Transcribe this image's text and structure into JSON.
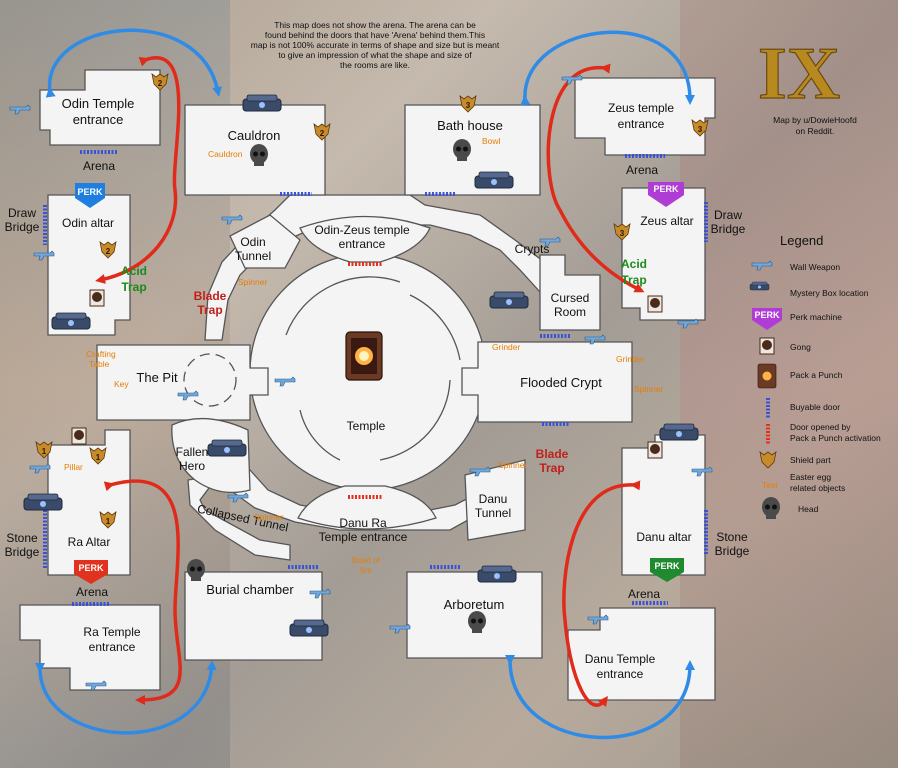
{
  "header": {
    "note_lines": [
      "This map does not show the arena. The arena can be",
      "found behind the doors that have 'Arena' behind them.This",
      "map is not 100% accurate in terms of shape and size but is meant",
      "to give an impression of what the shape and size of",
      "the rooms are like."
    ],
    "logo": "IX",
    "credit_lines": [
      "Map by u/DowieHoofd",
      "on Reddit."
    ]
  },
  "rooms": {
    "odin_temple": [
      "Odin Temple",
      "entrance"
    ],
    "cauldron": "Cauldron",
    "bath_house": "Bath house",
    "zeus_temple": [
      "Zeus temple",
      "entrance"
    ],
    "odin_altar": "Odin altar",
    "zeus_altar": "Zeus altar",
    "odin_tunnel": [
      "Odin",
      "Tunnel"
    ],
    "odin_zeus": [
      "Odin-Zeus temple",
      "entrance"
    ],
    "crypts": "Crypts",
    "cursed_room": [
      "Cursed",
      "Room"
    ],
    "the_pit": "The Pit",
    "temple": "Temple",
    "flooded_crypt": "Flooded Crypt",
    "fallen_hero": [
      "Fallen",
      "Hero"
    ],
    "danu_tunnel": [
      "Danu",
      "Tunnel"
    ],
    "collapsed_tunnel": "Collapsed Tunnel",
    "danu_ra": [
      "Danu Ra",
      "Temple entrance"
    ],
    "ra_altar": "Ra Altar",
    "danu_altar": "Danu altar",
    "burial_chamber": "Burial chamber",
    "arboretum": "Arboretum",
    "ra_temple": [
      "Ra Temple",
      "entrance"
    ],
    "danu_temple": [
      "Danu Temple",
      "entrance"
    ]
  },
  "labels": {
    "arena": "Arena",
    "draw_bridge": [
      "Draw",
      "Bridge"
    ],
    "stone_bridge": [
      "Stone",
      "Bridge"
    ],
    "blade_trap": [
      "Blade",
      "Trap"
    ],
    "acid_trap": [
      "Acid",
      "Trap"
    ],
    "perk": "PERK"
  },
  "easter_egg": {
    "cauldron": "Cauldron",
    "bowl": "Bowl",
    "spinner": "Spinner",
    "crafting": [
      "Crafting",
      "Table"
    ],
    "key": "Key",
    "grinder": "Grinder",
    "pillar": "Pillar",
    "bowl_fire": [
      "Bowl of",
      "fire"
    ]
  },
  "shield_numbers": {
    "one": "1",
    "two": "2",
    "three": "3"
  },
  "legend": {
    "title": "Legend",
    "items": [
      "Wall Weapon",
      "Mystery Box location",
      "Perk machine",
      "Gong",
      "Pack a Punch",
      "Buyable door",
      [
        "Door opened by",
        "Pack a Punch activation"
      ],
      "Shield part",
      [
        "Easter egg",
        "related objects"
      ],
      "Head"
    ],
    "text_sample": "Text",
    "perk_sample": "PERK"
  },
  "colors": {
    "blue_arrow": "#2f8be6",
    "red_arrow": "#e02a1a",
    "perk_blue": "#1f7fe0",
    "perk_purple": "#b03cd6",
    "perk_red": "#e0321e",
    "perk_green": "#1f8a2e",
    "buyable_door": "#3a53d6",
    "pap_door": "#e0321e",
    "easter_egg": "#e67e00"
  }
}
